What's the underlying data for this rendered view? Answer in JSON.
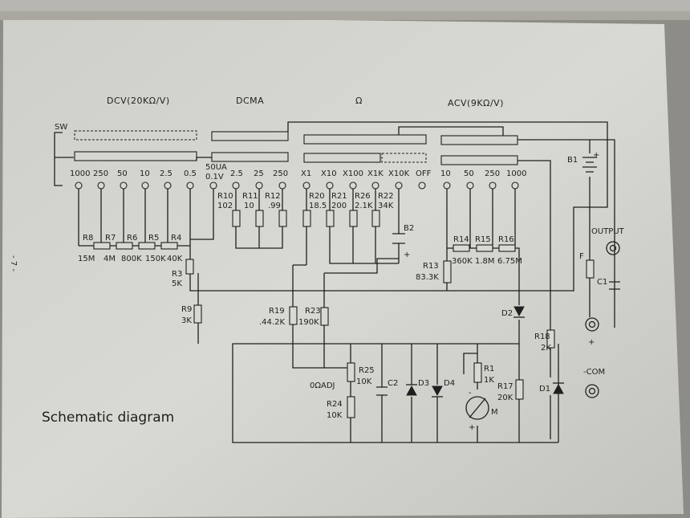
{
  "page": {
    "side_mark": "- 7 -",
    "caption": "Schematic diagram"
  },
  "sections": {
    "dcv": "DCV(20KΩ/V)",
    "dcma": "DCMA",
    "ohm": "Ω",
    "acv": "ACV(9KΩ/V)",
    "sw": "SW"
  },
  "ranges": {
    "dcv": [
      "1000",
      "250",
      "50",
      "10",
      "2.5",
      "0.5"
    ],
    "dcma": [
      "50UA",
      "0.1V",
      "2.5",
      "25",
      "250"
    ],
    "ohm": [
      "X1",
      "X10",
      "X100",
      "X1K",
      "X10K"
    ],
    "off": "OFF",
    "acv": [
      "10",
      "50",
      "250",
      "1000"
    ]
  },
  "resistors": {
    "r8": {
      "name": "R8",
      "value": "15M"
    },
    "r7": {
      "name": "R7",
      "value": "4M"
    },
    "r6": {
      "name": "R6",
      "value": "800K"
    },
    "r5": {
      "name": "R5",
      "value": "150K"
    },
    "r4": {
      "name": "R4",
      "value": "40K"
    },
    "r3": {
      "name": "R3",
      "value": "5K"
    },
    "r9": {
      "name": "R9",
      "value": "3K"
    },
    "r10": {
      "name": "R10",
      "value": "102"
    },
    "r11": {
      "name": "R11",
      "value": "10"
    },
    "r12": {
      "name": "R12",
      "value": ".99"
    },
    "r20": {
      "name": "R20",
      "value": "18.5"
    },
    "r21": {
      "name": "R21",
      "value": "200"
    },
    "r26": {
      "name": "R26",
      "value": "2.1K"
    },
    "r22": {
      "name": "R22",
      "value": "34K"
    },
    "r14": {
      "name": "R14",
      "value": "360K"
    },
    "r15": {
      "name": "R15",
      "value": "1.8M"
    },
    "r16": {
      "name": "R16",
      "value": "6.75M"
    },
    "r13": {
      "name": "R13",
      "value": "83.3K"
    },
    "r19": {
      "name": "R19",
      "value": ".44.2K"
    },
    "r23": {
      "name": "R23",
      "value": "190K"
    },
    "r25": {
      "name": "R25",
      "value": "10K"
    },
    "r24": {
      "name": "R24",
      "value": "10K"
    },
    "r1": {
      "name": "R1",
      "value": "1K"
    },
    "r17": {
      "name": "R17",
      "value": "20K"
    },
    "r18": {
      "name": "R18",
      "value": "2K"
    }
  },
  "components": {
    "b1": "B1",
    "b2": "B2",
    "plus": "+",
    "minus": "-",
    "f": "F",
    "c1": "C1",
    "c2": "C2",
    "d1": "D1",
    "d2": "D2",
    "d3": "D3",
    "d4": "D4",
    "m": "M",
    "zero_adj": "0ΩADJ",
    "output": "OUTPUT",
    "com": "-COM"
  }
}
